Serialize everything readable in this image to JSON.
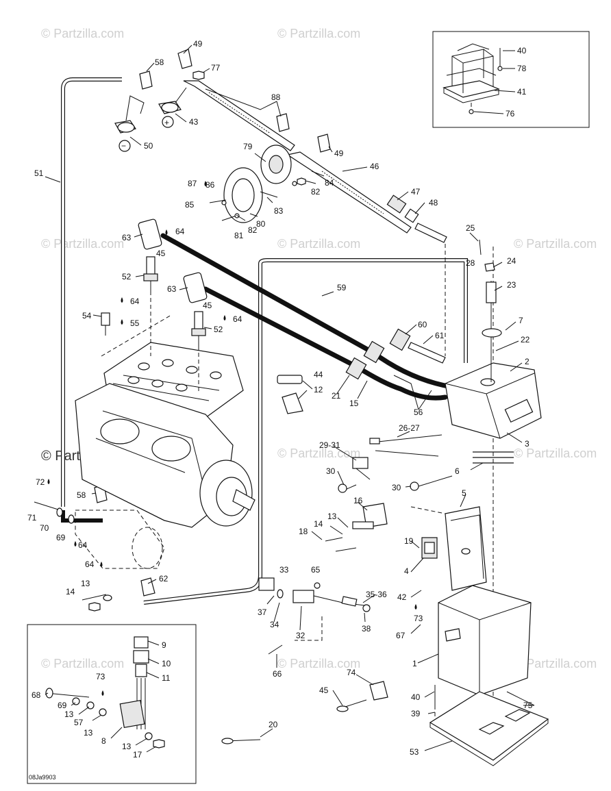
{
  "watermark": "© Partzilla.com",
  "drawing_code": "08Ja9903",
  "symbols": {
    "plus": "+",
    "minus": "−"
  },
  "callouts": [
    {
      "id": "c49a",
      "text": "49"
    },
    {
      "id": "c58a",
      "text": "58"
    },
    {
      "id": "c77",
      "text": "77"
    },
    {
      "id": "c88",
      "text": "88"
    },
    {
      "id": "c43",
      "text": "43"
    },
    {
      "id": "c50",
      "text": "50"
    },
    {
      "id": "c79",
      "text": "79"
    },
    {
      "id": "c49b",
      "text": "49"
    },
    {
      "id": "c46",
      "text": "46"
    },
    {
      "id": "c87",
      "text": "87"
    },
    {
      "id": "c86",
      "text": "86"
    },
    {
      "id": "c84",
      "text": "84"
    },
    {
      "id": "c82a",
      "text": "82"
    },
    {
      "id": "c85",
      "text": "85"
    },
    {
      "id": "c83",
      "text": "83"
    },
    {
      "id": "c47",
      "text": "47"
    },
    {
      "id": "c48",
      "text": "48"
    },
    {
      "id": "c51",
      "text": "51"
    },
    {
      "id": "c81",
      "text": "81"
    },
    {
      "id": "c82b",
      "text": "82"
    },
    {
      "id": "c80",
      "text": "80"
    },
    {
      "id": "c25",
      "text": "25"
    },
    {
      "id": "c63a",
      "text": "63"
    },
    {
      "id": "c64a",
      "text": "64"
    },
    {
      "id": "c45a",
      "text": "45"
    },
    {
      "id": "c28",
      "text": "28"
    },
    {
      "id": "c24",
      "text": "24"
    },
    {
      "id": "c52a",
      "text": "52"
    },
    {
      "id": "c59",
      "text": "59"
    },
    {
      "id": "c23",
      "text": "23"
    },
    {
      "id": "c63b",
      "text": "63"
    },
    {
      "id": "c64b",
      "text": "64"
    },
    {
      "id": "c45b",
      "text": "45"
    },
    {
      "id": "c64c",
      "text": "64"
    },
    {
      "id": "c54",
      "text": "54"
    },
    {
      "id": "c55",
      "text": "55"
    },
    {
      "id": "c52b",
      "text": "52"
    },
    {
      "id": "c60",
      "text": "60"
    },
    {
      "id": "c7",
      "text": "7"
    },
    {
      "id": "c61",
      "text": "61"
    },
    {
      "id": "c22",
      "text": "22"
    },
    {
      "id": "c2",
      "text": "2"
    },
    {
      "id": "c44",
      "text": "44"
    },
    {
      "id": "c12",
      "text": "12"
    },
    {
      "id": "c21",
      "text": "21"
    },
    {
      "id": "c15",
      "text": "15"
    },
    {
      "id": "c56",
      "text": "56"
    },
    {
      "id": "c26_27",
      "text": "26-27"
    },
    {
      "id": "c3",
      "text": "3"
    },
    {
      "id": "c29_31",
      "text": "29-31"
    },
    {
      "id": "c6",
      "text": "6"
    },
    {
      "id": "c30a",
      "text": "30"
    },
    {
      "id": "c30b",
      "text": "30"
    },
    {
      "id": "c72",
      "text": "72"
    },
    {
      "id": "c58b",
      "text": "58"
    },
    {
      "id": "c71",
      "text": "71"
    },
    {
      "id": "c70",
      "text": "70"
    },
    {
      "id": "c69a",
      "text": "69"
    },
    {
      "id": "c64d",
      "text": "64"
    },
    {
      "id": "c16",
      "text": "16"
    },
    {
      "id": "c5",
      "text": "5"
    },
    {
      "id": "c13a",
      "text": "13"
    },
    {
      "id": "c14a",
      "text": "14"
    },
    {
      "id": "c18",
      "text": "18"
    },
    {
      "id": "c19",
      "text": "19"
    },
    {
      "id": "c64e",
      "text": "64"
    },
    {
      "id": "c62",
      "text": "62"
    },
    {
      "id": "c33",
      "text": "33"
    },
    {
      "id": "c65",
      "text": "65"
    },
    {
      "id": "c4",
      "text": "4"
    },
    {
      "id": "c13b",
      "text": "13"
    },
    {
      "id": "c14b",
      "text": "14"
    },
    {
      "id": "c35_36",
      "text": "35-36"
    },
    {
      "id": "c42",
      "text": "42"
    },
    {
      "id": "c37",
      "text": "37"
    },
    {
      "id": "c73a",
      "text": "73"
    },
    {
      "id": "c34",
      "text": "34"
    },
    {
      "id": "c32",
      "text": "32"
    },
    {
      "id": "c38",
      "text": "38"
    },
    {
      "id": "c67",
      "text": "67"
    },
    {
      "id": "c9",
      "text": "9"
    },
    {
      "id": "c10",
      "text": "10"
    },
    {
      "id": "c73b",
      "text": "73"
    },
    {
      "id": "c11",
      "text": "11"
    },
    {
      "id": "c66",
      "text": "66"
    },
    {
      "id": "c1",
      "text": "1"
    },
    {
      "id": "c74",
      "text": "74"
    },
    {
      "id": "c68",
      "text": "68"
    },
    {
      "id": "c69b",
      "text": "69"
    },
    {
      "id": "c45c",
      "text": "45"
    },
    {
      "id": "c40b",
      "text": "40"
    },
    {
      "id": "c75",
      "text": "75"
    },
    {
      "id": "c13c",
      "text": "13"
    },
    {
      "id": "c57",
      "text": "57"
    },
    {
      "id": "c13d",
      "text": "13"
    },
    {
      "id": "c39",
      "text": "39"
    },
    {
      "id": "c8",
      "text": "8"
    },
    {
      "id": "c20",
      "text": "20"
    },
    {
      "id": "c13e",
      "text": "13"
    },
    {
      "id": "c53",
      "text": "53"
    },
    {
      "id": "c17",
      "text": "17"
    },
    {
      "id": "c40a",
      "text": "40"
    },
    {
      "id": "c78",
      "text": "78"
    },
    {
      "id": "c41",
      "text": "41"
    },
    {
      "id": "c76",
      "text": "76"
    }
  ]
}
